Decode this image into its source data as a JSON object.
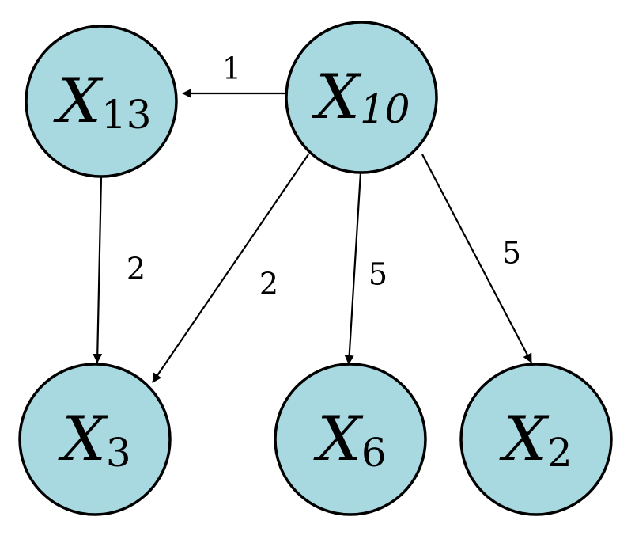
{
  "nodes": [
    {
      "id": "X13",
      "var": "X",
      "sub": "13",
      "sub_italic": false
    },
    {
      "id": "X10",
      "var": "X",
      "sub": "10",
      "sub_italic": true
    },
    {
      "id": "X3",
      "var": "X",
      "sub": "3",
      "sub_italic": false
    },
    {
      "id": "X6",
      "var": "X",
      "sub": "6",
      "sub_italic": false
    },
    {
      "id": "X2",
      "var": "X",
      "sub": "2",
      "sub_italic": false
    }
  ],
  "edges": [
    {
      "from": "X10",
      "to": "X13",
      "weight": "1"
    },
    {
      "from": "X13",
      "to": "X3",
      "weight": "2"
    },
    {
      "from": "X10",
      "to": "X3",
      "weight": "2"
    },
    {
      "from": "X10",
      "to": "X6",
      "weight": "5"
    },
    {
      "from": "X10",
      "to": "X2",
      "weight": "5"
    }
  ],
  "colors": {
    "node_fill": "#a9d9e0",
    "node_stroke": "#000000",
    "edge": "#000000"
  }
}
